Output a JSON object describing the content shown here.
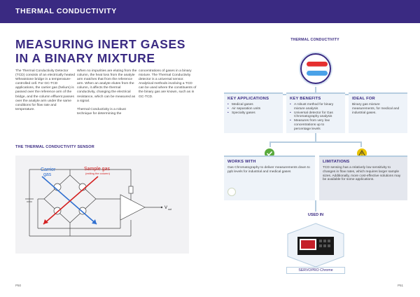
{
  "header": {
    "title": "THERMAL CONDUCTIVITY"
  },
  "main": {
    "title_line1": "MEASURING INERT GASES",
    "title_line2": "IN A BINARY MIXTURE",
    "columns": [
      [
        "The Thermal Conductivity Detector (TCD) consists of an electrically heated Wheatstone bridge in a temperature-controlled cell. For GC-TCD applications, the carrier gas (helium) is passed over the reference arm of the bridge, and the column effluent passes over the analyte arm under the same conditions for flow rate and temperature."
      ],
      [
        "When no impurities are eluting from the column, the heat loss from the analyte arm matches that from the reference arm. When an analyte elutes from the column, it affects the thermal conductivity, changing the electrical resistance, which can be measured as a signal.",
        "Thermal Conductivity is a robust technique for determining the"
      ],
      [
        "concentrations of gases in a binary mixture. The Thermal Conductivity detector is a universal sensor. Analytical methods involving a TCD can be used where the constituents of the binary gas are known, such as in GC-TCD."
      ]
    ]
  },
  "sensor": {
    "title": "THE THERMAL CONDUCTIVITY SENSOR",
    "carrier_label_1": "Carrier",
    "carrier_label_2": "gas",
    "sample_label": "Sample gas",
    "sample_sublabel": "(exiting the column)",
    "vout_label": "V",
    "vout_sub": "out"
  },
  "right": {
    "title": "THERMAL CONDUCTIVITY",
    "cards": {
      "applications": {
        "title": "KEY APPLICATIONS",
        "items": [
          "Medical gases",
          "Air separation units",
          "Specialty gases"
        ]
      },
      "benefits": {
        "title": "KEY BENEFITS",
        "items": [
          "A robust method for binary mixture analysis",
          "Universal detector for Gas Chromatography analysis",
          "Measures from very low concentrations up to percentage levels"
        ]
      },
      "ideal": {
        "title": "IDEAL FOR",
        "text": "Binary gas mixture measurements, for medical and industrial gases."
      },
      "works": {
        "title": "WORKS WITH",
        "text": "Gas Chromatography to deliver measurements down to ppb levels for industrial and medical gases"
      },
      "limitations": {
        "title": "LIMITATIONS",
        "text": "TCD sensing has a relatively low sensitivity to changes in flow rates, which requires larger sample sizes. Additionally, more cost-effective solutions may be available for some applications."
      }
    },
    "used_in": {
      "title": "USED IN",
      "product": "SERVOPRO Chrome"
    }
  },
  "pages": {
    "left": "P50",
    "right": "P51"
  },
  "colors": {
    "brand": "#3a2a82",
    "line": "#b6cde0",
    "card": "#eef3f9",
    "check": "#5aaa3c",
    "warn": "#e8c200"
  }
}
